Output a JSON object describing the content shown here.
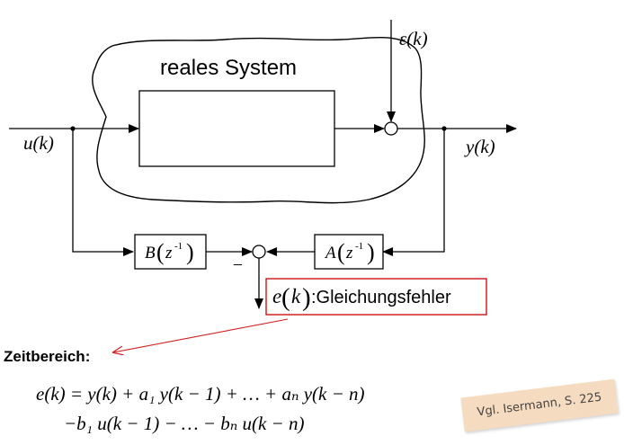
{
  "diagram": {
    "cloud_label": "reales System",
    "input_label": "u(k)",
    "output_label": "y(k)",
    "disturbance_label": "ε(k)",
    "block_b": {
      "func": "B",
      "arg": "z",
      "exp": "-1"
    },
    "block_a": {
      "func": "A",
      "arg": "z",
      "exp": "-1"
    },
    "minus_sign": "_",
    "error_box": {
      "symbol": "e",
      "arg": "k",
      "text": ":Gleichungsfehler"
    }
  },
  "section_title": "Zeitbereich:",
  "equations": {
    "line1": "e(k) = y(k) + a₁ y(k − 1) + … + aₙ y(k − n)",
    "line2": "−b₁ u(k − 1) − … − bₙ u(k − n)"
  },
  "note": {
    "text": "Vgl. Isermann, S. 225"
  },
  "colors": {
    "line": "#000000",
    "error_box_border": "#cc0000",
    "note_bg": "#f5dcc0"
  }
}
